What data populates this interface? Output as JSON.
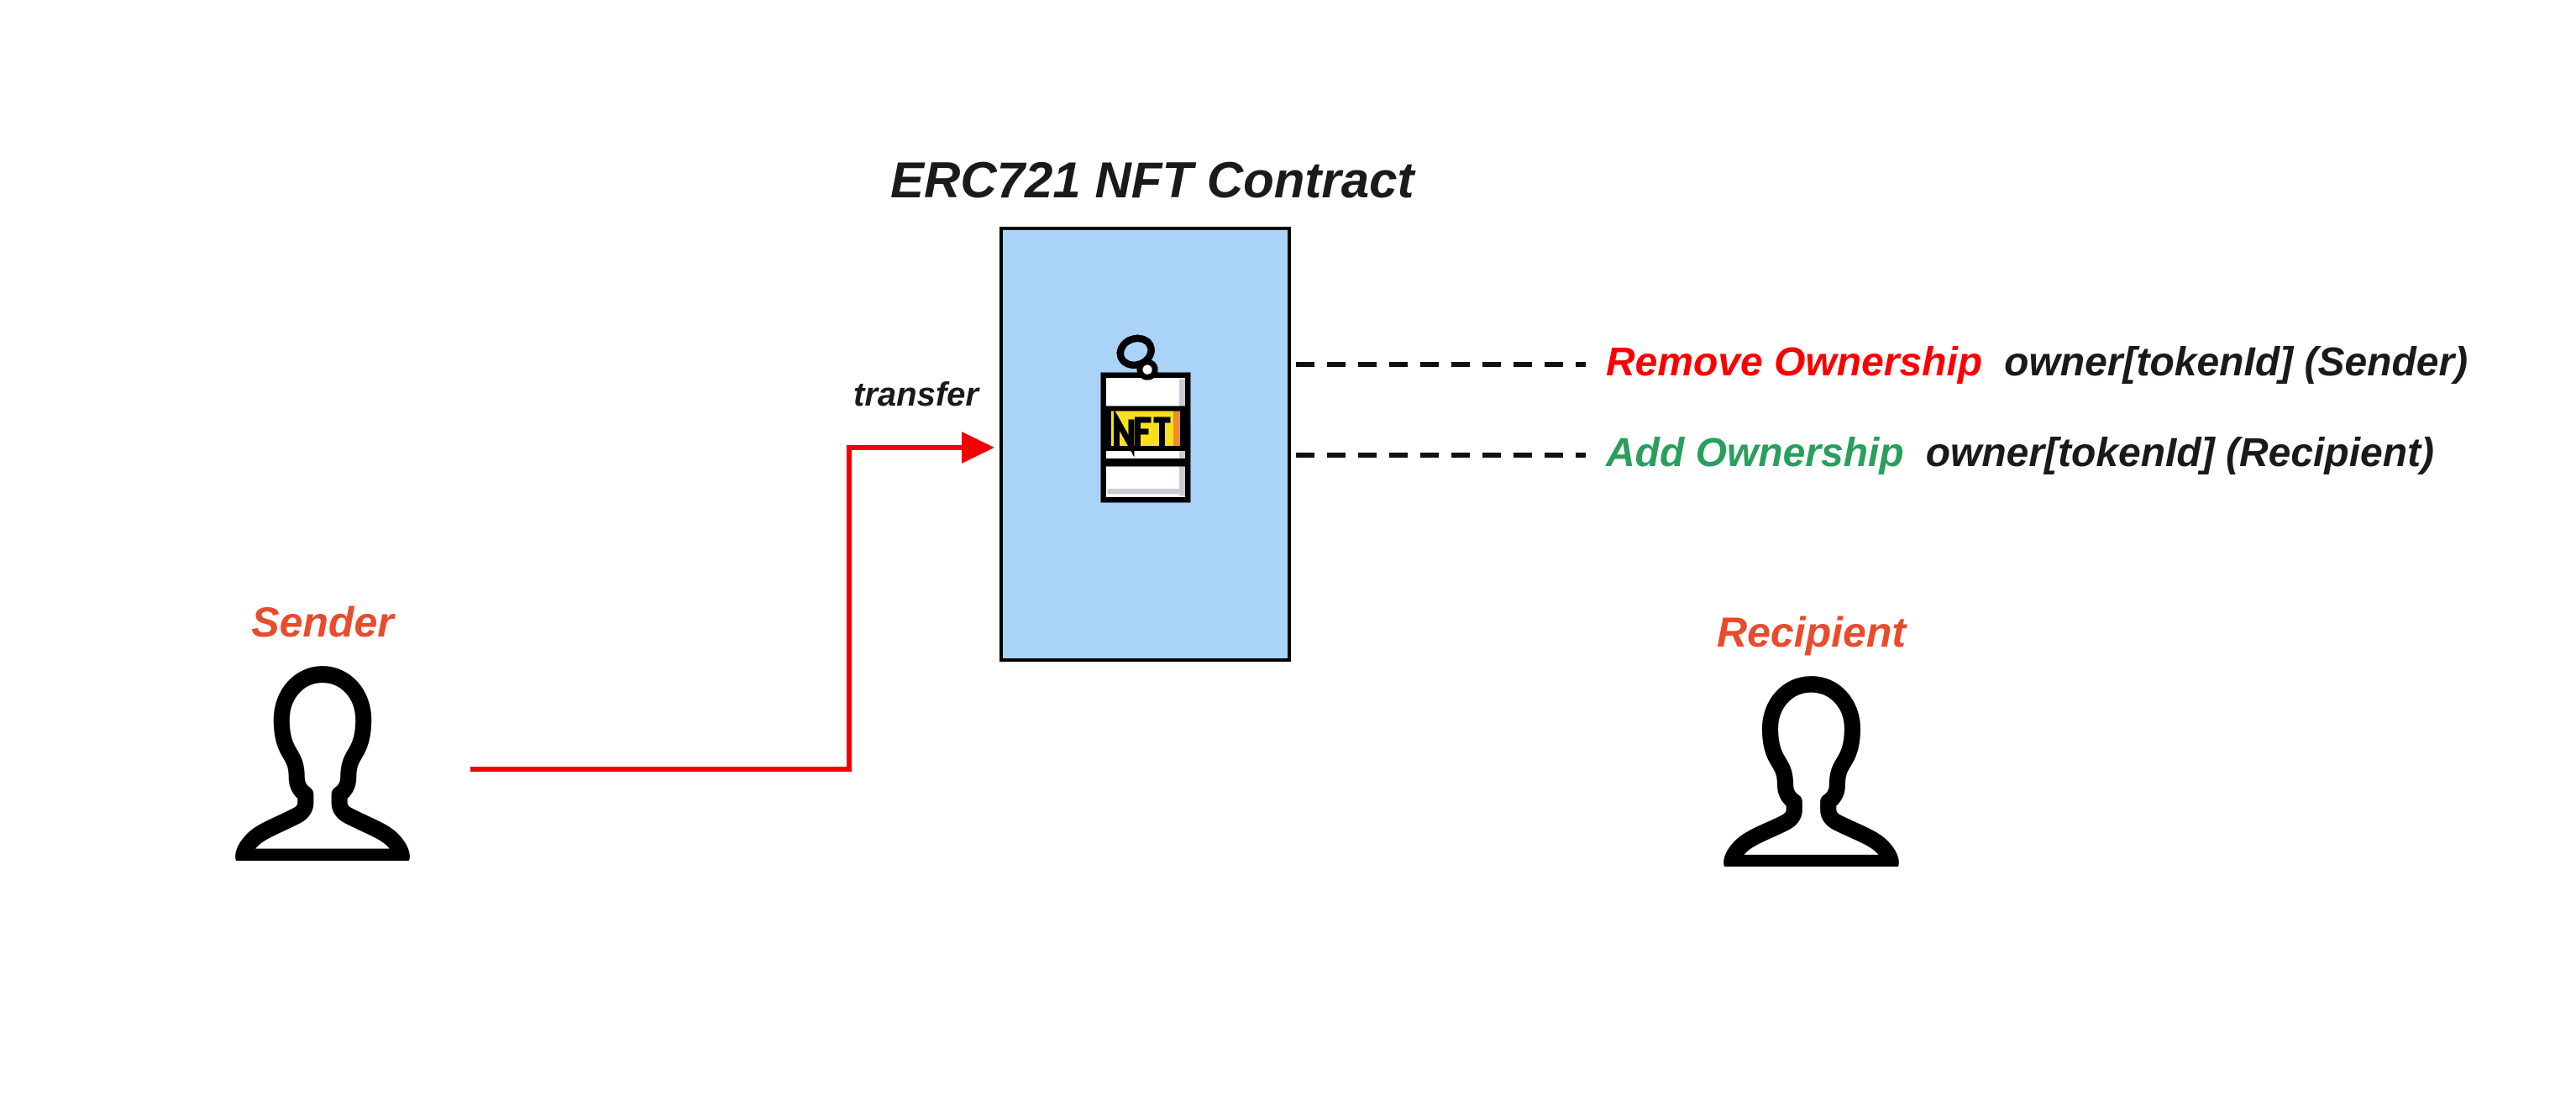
{
  "diagram": {
    "title": "ERC721 NFT Contract",
    "transfer_label": "transfer",
    "nft_icon_text": "NFT",
    "sender": {
      "label": "Sender"
    },
    "recipient": {
      "label": "Recipient"
    },
    "effects": [
      {
        "action": "Remove Ownership",
        "detail": "owner[tokenId] (Sender)"
      },
      {
        "action": "Add Ownership",
        "detail": "owner[tokenId] (Recipient)"
      }
    ],
    "colors": {
      "label-orange": "#E94B2C",
      "action-red": "#FA0000",
      "action-green": "#2A9F5D",
      "box-fill": "#A9D3F7",
      "box-border": "#000000",
      "arrow-red": "#F40000",
      "dash-black": "#111111",
      "tag-yellow": "#F8E01F",
      "tag-orange": "#EE8E26",
      "tag-shade-gray": "#C9CDD2",
      "text-black": "#1A1A1A"
    }
  }
}
